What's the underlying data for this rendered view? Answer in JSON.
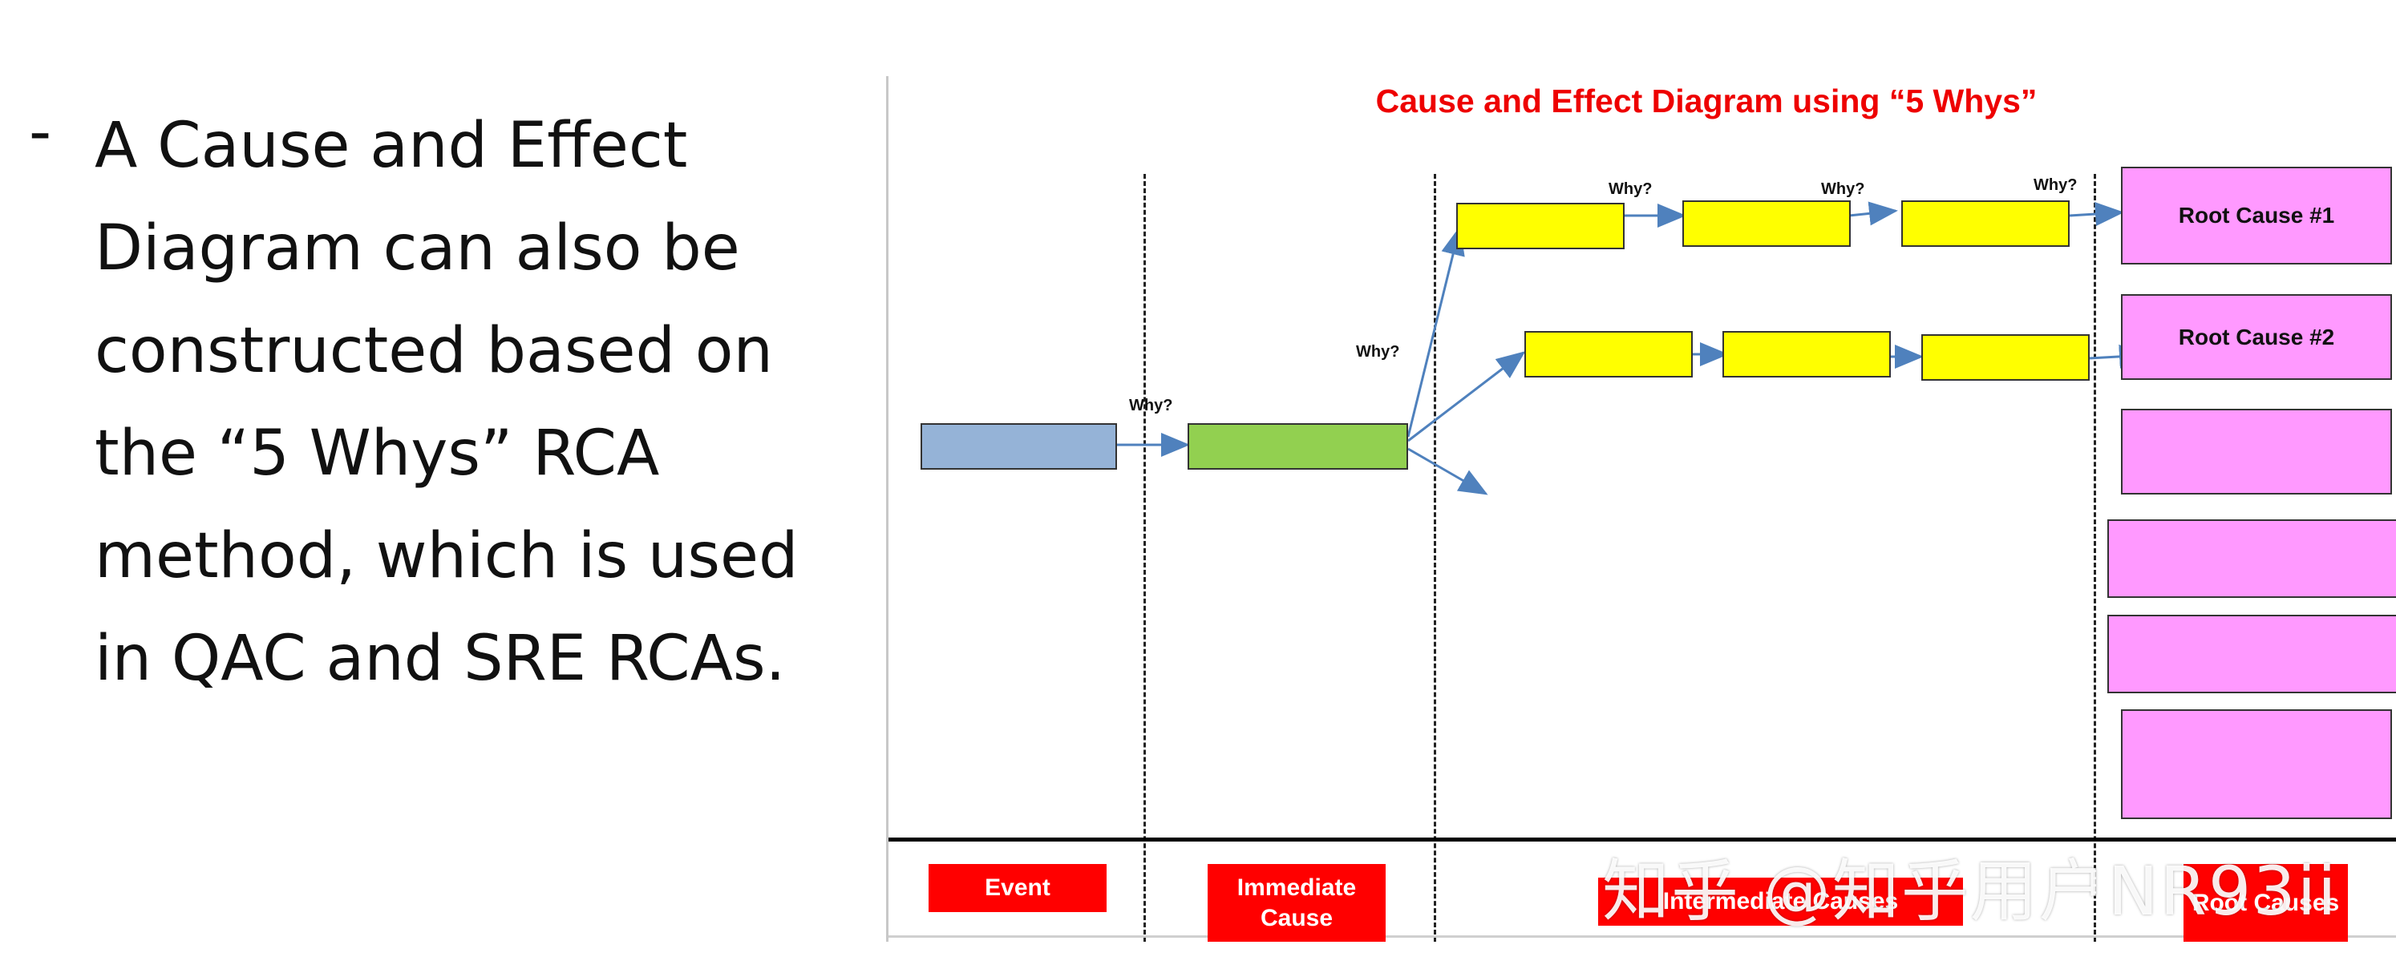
{
  "bullet": {
    "dash": "-",
    "lines": [
      "A Cause and Effect",
      "Diagram can also be",
      "constructed based on",
      "the “5 Whys” RCA",
      "method, which is used",
      "in QAC and SRE RCAs."
    ]
  },
  "diagram": {
    "title": "Cause and Effect Diagram using “5 Whys”",
    "why_label": "Why?",
    "root_causes": [
      "Root Cause #1",
      "Root Cause #2"
    ],
    "stage_labels": {
      "event": "Event",
      "immediate": "Immediate Cause",
      "intermediate": "Intermediate Causes",
      "root": "Root Causes"
    },
    "colors": {
      "title": "#ee0000",
      "event_box": "#95b3d7",
      "immediate_box": "#92d050",
      "intermediate_box": "#ffff00",
      "root_box": "#ff99ff",
      "label_bg": "#ff0000",
      "arrow": "#4f81bd"
    }
  },
  "watermark": "知乎 @知乎用户NR93ii"
}
